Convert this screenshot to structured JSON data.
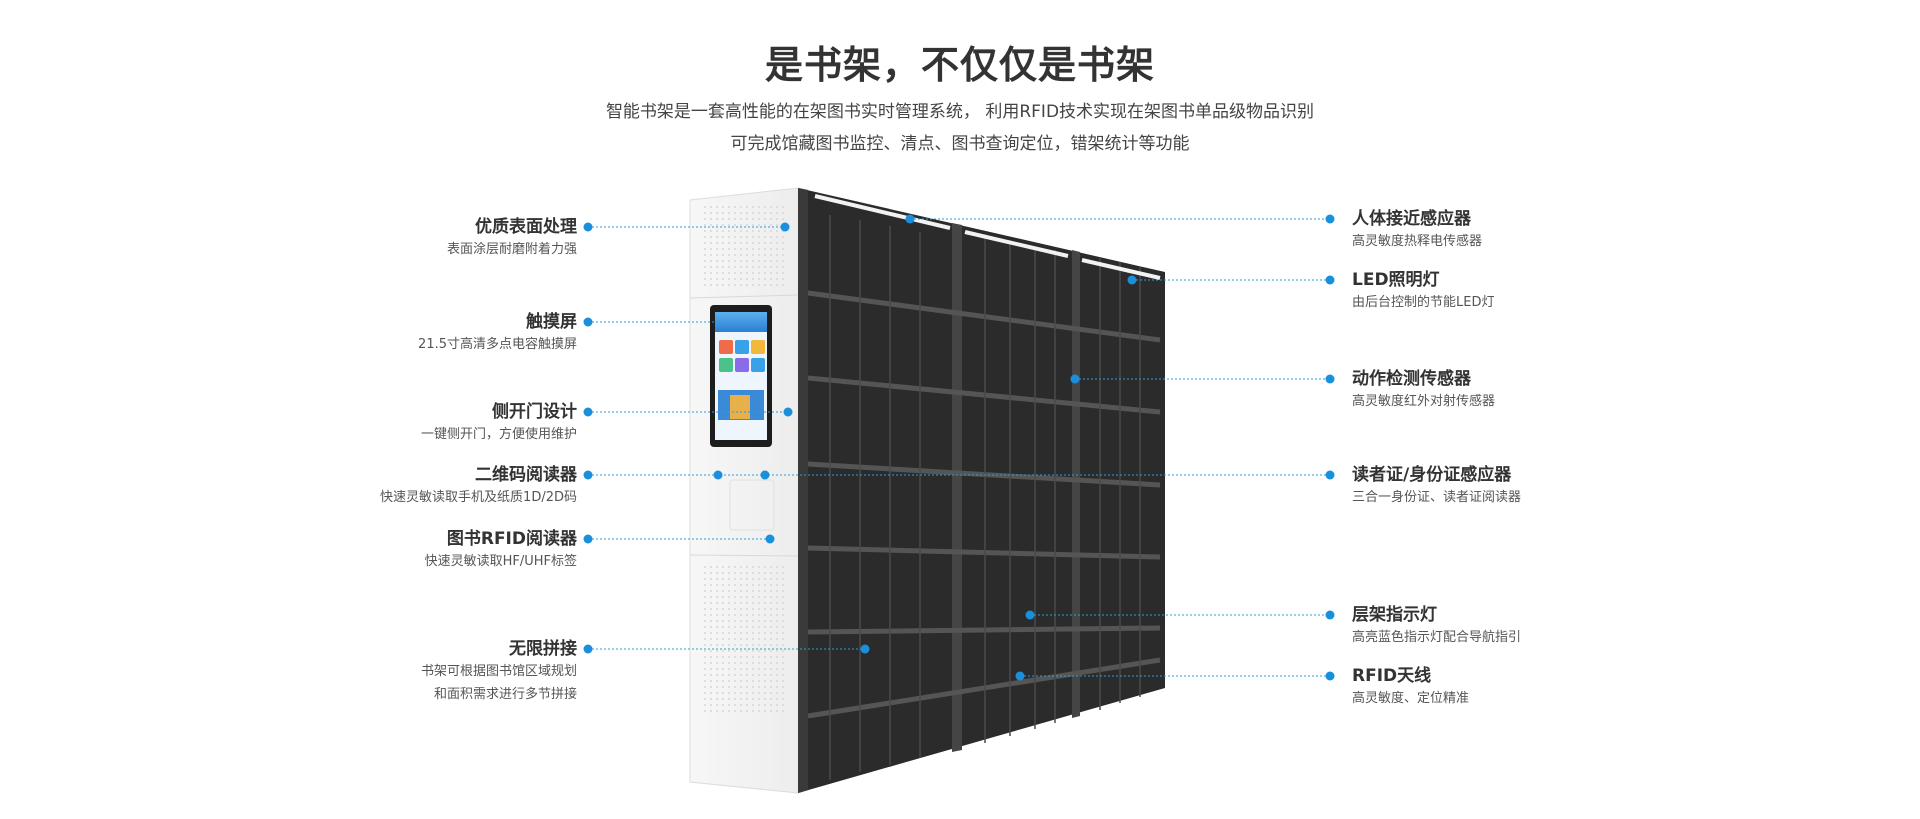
{
  "header": {
    "title": "是书架，不仅仅是书架",
    "subtitle_line1": "智能书架是一套高性能的在架图书实时管理系统， 利用RFID技术实现在架图书单品级物品识别",
    "subtitle_line2": "可完成馆藏图书监控、清点、图书查询定位，错架统计等功能"
  },
  "left_features": [
    {
      "title": "优质表面处理",
      "desc": [
        "表面涂层耐磨附着力强"
      ]
    },
    {
      "title": "触摸屏",
      "desc": [
        "21.5寸高清多点电容触摸屏"
      ]
    },
    {
      "title": "侧开门设计",
      "desc": [
        "一键侧开门，方便使用维护"
      ]
    },
    {
      "title": "二维码阅读器",
      "desc": [
        "快速灵敏读取手机及纸质1D/2D码"
      ]
    },
    {
      "title": "图书RFID阅读器",
      "desc": [
        "快速灵敏读取HF/UHF标签"
      ]
    },
    {
      "title": "无限拼接",
      "desc": [
        "书架可根据图书馆区域规划",
        "和面积需求进行多节拼接"
      ]
    }
  ],
  "right_features": [
    {
      "title": "人体接近感应器",
      "desc": [
        "高灵敏度热释电传感器"
      ]
    },
    {
      "title": "LED照明灯",
      "desc": [
        "由后台控制的节能LED灯"
      ]
    },
    {
      "title": "动作检测传感器",
      "desc": [
        "高灵敏度红外对射传感器"
      ]
    },
    {
      "title": "读者证/身份证感应器",
      "desc": [
        "三合一身份证、读者证阅读器"
      ]
    },
    {
      "title": "层架指示灯",
      "desc": [
        "高亮蓝色指示灯配合导航指引"
      ]
    },
    {
      "title": "RFID天线",
      "desc": [
        "高灵敏度、定位精准"
      ]
    }
  ],
  "colors": {
    "accent": "#1a8fdc",
    "title": "#333333",
    "shelf": "#2b2b2b"
  }
}
